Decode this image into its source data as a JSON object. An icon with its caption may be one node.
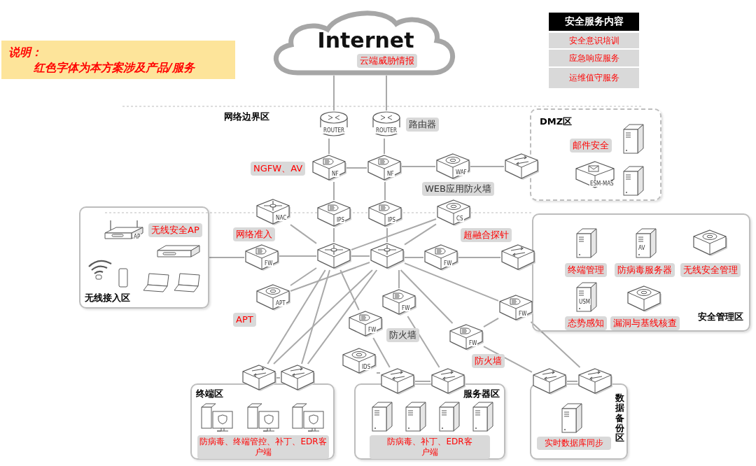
{
  "diagram": {
    "nodes": [
      {
        "text": [
          "Internet",
          "云端威胁情报"
        ]
      },
      {
        "text": [
          "说明：",
          "红色字体为本方案涉及产品/服务"
        ]
      },
      {
        "text": [
          "安全服务内容"
        ]
      },
      {
        "text": [
          "安全意识培训"
        ]
      },
      {
        "text": [
          "应急响应服务"
        ]
      },
      {
        "text": [
          "运维值守服务"
        ]
      },
      {
        "text": [
          "ROUTER"
        ]
      },
      {
        "text": [
          "ROUTER"
        ],
        "beside": [
          "路由器"
        ]
      },
      {
        "text": [
          "NF"
        ],
        "beside": [
          "NGFW、AV"
        ]
      },
      {
        "text": [
          "NF"
        ]
      },
      {
        "text": [
          "WAF"
        ],
        "beside": [
          "WEB应用防火墙"
        ]
      },
      {
        "text": [],
        "shape": "picture"
      },
      {
        "text": [
          "DMZ区"
        ]
      },
      {
        "text": [
          "ESM-MAS"
        ],
        "beside": [
          "邮件安全"
        ],
        "in": 12
      },
      {
        "text": [
          "NAC"
        ],
        "beside": [
          "网络准入"
        ]
      },
      {
        "text": [
          "IPS"
        ]
      },
      {
        "text": [
          "IPS"
        ]
      },
      {
        "text": [
          "CS"
        ],
        "beside": [
          "超融合探针"
        ]
      },
      {
        "text": [
          "无线接入区"
        ]
      },
      {
        "text": [
          "AP"
        ],
        "beside": [
          "无线安全AP"
        ],
        "in": 18
      },
      {
        "text": [
          "FW"
        ]
      },
      {
        "text": [],
        "shape": "picture"
      },
      {
        "text": [],
        "shape": "picture"
      },
      {
        "text": [
          "FW"
        ]
      },
      {
        "text": [],
        "shape": "picture"
      },
      {
        "text": [
          "安全管理区"
        ]
      },
      {
        "text": [],
        "shape": "picture",
        "beside": [
          "终端管理"
        ],
        "in": 25
      },
      {
        "text": [
          "AV"
        ],
        "beside": [
          "防病毒服务器"
        ],
        "in": 25
      },
      {
        "text": [],
        "shape": "picture",
        "beside": [
          "无线安全管理"
        ],
        "in": 25
      },
      {
        "text": [
          "USM"
        ],
        "beside": [
          "态势感知"
        ],
        "in": 25
      },
      {
        "text": [],
        "shape": "picture",
        "beside": [
          "漏洞与基线核查"
        ],
        "in": 25
      },
      {
        "text": [
          "APT"
        ],
        "beside": [
          "APT"
        ]
      },
      {
        "text": [
          "FW"
        ]
      },
      {
        "text": [
          "FW"
        ],
        "beside": [
          "防火墙"
        ]
      },
      {
        "text": [
          "FW"
        ]
      },
      {
        "text": [
          "FW"
        ],
        "beside": [
          "防火墙"
        ]
      },
      {
        "text": [
          "IDS"
        ]
      },
      {
        "text": [],
        "shape": "picture"
      },
      {
        "text": [],
        "shape": "picture"
      },
      {
        "text": [],
        "shape": "picture"
      },
      {
        "text": [],
        "shape": "picture"
      },
      {
        "text": [],
        "shape": "picture"
      },
      {
        "text": [],
        "shape": "picture"
      },
      {
        "text": [
          "终端区",
          "防病毒、终端管控、补丁、EDR客户端"
        ]
      },
      {
        "text": [
          "服务器区",
          "防病毒、补丁、EDR客户端"
        ]
      },
      {
        "text": [
          "数据备份区",
          "实时数据库同步"
        ]
      }
    ],
    "edges": [
      {
        "from": 0,
        "to": 6,
        "arrow": "none"
      },
      {
        "from": 0,
        "to": 7,
        "arrow": "none"
      },
      {
        "from": 6,
        "to": 8,
        "arrow": "none"
      },
      {
        "from": 7,
        "to": 9,
        "arrow": "none"
      },
      {
        "from": 8,
        "to": 9,
        "arrow": "none"
      },
      {
        "from": 9,
        "to": 10,
        "arrow": "none"
      },
      {
        "from": 10,
        "to": 11,
        "arrow": "none"
      },
      {
        "from": 8,
        "to": 15,
        "arrow": "none"
      },
      {
        "from": 9,
        "to": 16,
        "arrow": "none"
      },
      {
        "from": 15,
        "to": 21,
        "arrow": "none"
      },
      {
        "from": 16,
        "to": 22,
        "arrow": "none"
      },
      {
        "from": 21,
        "to": 22,
        "arrow": "none"
      },
      {
        "from": 14,
        "to": 21,
        "arrow": "none"
      },
      {
        "from": 17,
        "to": 21,
        "arrow": "none"
      },
      {
        "from": 17,
        "to": 22,
        "arrow": "none"
      },
      {
        "from": 18,
        "to": 20,
        "arrow": "none"
      },
      {
        "from": 20,
        "to": 21,
        "arrow": "none"
      },
      {
        "from": 31,
        "to": 21,
        "arrow": "none"
      },
      {
        "from": 31,
        "to": 22,
        "arrow": "none"
      },
      {
        "from": 22,
        "to": 23,
        "arrow": "none"
      },
      {
        "from": 23,
        "to": 24,
        "arrow": "none"
      },
      {
        "from": 21,
        "to": 33,
        "arrow": "none"
      },
      {
        "from": 22,
        "to": 32,
        "arrow": "none"
      },
      {
        "from": 22,
        "to": 34,
        "arrow": "none"
      },
      {
        "from": 22,
        "to": 35,
        "arrow": "none"
      },
      {
        "from": 35,
        "to": 34,
        "arrow": "none"
      },
      {
        "from": 34,
        "to": 42,
        "arrow": "none"
      },
      {
        "from": 35,
        "to": 41,
        "arrow": "none"
      },
      {
        "from": 32,
        "to": 40,
        "arrow": "none"
      },
      {
        "from": 33,
        "to": 39,
        "arrow": "none"
      },
      {
        "from": 36,
        "to": 39,
        "arrow": "none"
      },
      {
        "from": 21,
        "to": 37,
        "arrow": "none"
      },
      {
        "from": 22,
        "to": 37,
        "arrow": "none"
      },
      {
        "from": 21,
        "to": 38,
        "arrow": "none"
      },
      {
        "from": 22,
        "to": 38,
        "arrow": "none"
      },
      {
        "from": 37,
        "to": 38,
        "arrow": "none"
      },
      {
        "from": 39,
        "to": 40,
        "arrow": "none"
      },
      {
        "from": 41,
        "to": 42,
        "arrow": "none"
      }
    ],
    "labels": [
      "网络边界区"
    ]
  }
}
